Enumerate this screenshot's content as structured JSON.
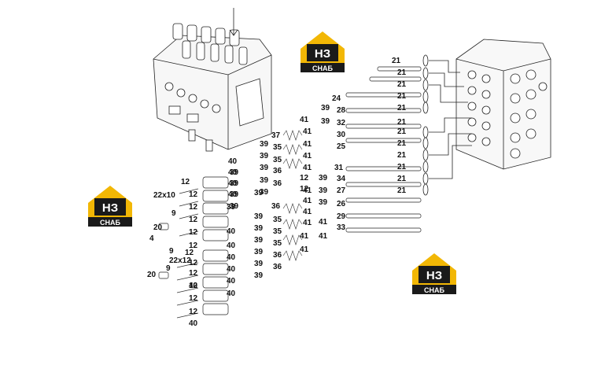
{
  "logos": [
    {
      "mark": "НЗ",
      "text": "СНАБ"
    },
    {
      "mark": "НЗ",
      "text": "СНАБ"
    },
    {
      "mark": "НЗ",
      "text": "СНАБ"
    }
  ],
  "colors": {
    "logo_yellow": "#f2b705",
    "logo_dark": "#1a1a1a",
    "line": "#222222"
  },
  "callouts": [
    "21",
    "21",
    "21",
    "21",
    "21",
    "21",
    "21",
    "21",
    "21",
    "21",
    "21",
    "21",
    "24",
    "39",
    "28",
    "39",
    "32",
    "41",
    "30",
    "41",
    "25",
    "41",
    "41",
    "41",
    "37",
    "39",
    "35",
    "39",
    "35",
    "39",
    "36",
    "39",
    "36",
    "39",
    "40",
    "39",
    "40",
    "39",
    "40",
    "39",
    "40",
    "39",
    "31",
    "39",
    "34",
    "41",
    "27",
    "41",
    "41",
    "39",
    "26",
    "41",
    "29",
    "39",
    "33",
    "36",
    "39",
    "35",
    "39",
    "35",
    "39",
    "35",
    "39",
    "36",
    "39",
    "36",
    "39",
    "12",
    "22x10",
    "12",
    "12",
    "12",
    "9",
    "12",
    "20",
    "12",
    "4",
    "9",
    "12",
    "40",
    "22x12",
    "40",
    "12",
    "40",
    "12",
    "40",
    "9",
    "12",
    "20",
    "40",
    "12",
    "40",
    "12",
    "40",
    "12",
    "12",
    "41",
    "41",
    "41",
    "41",
    "39",
    "39",
    "40",
    "39",
    "12"
  ]
}
